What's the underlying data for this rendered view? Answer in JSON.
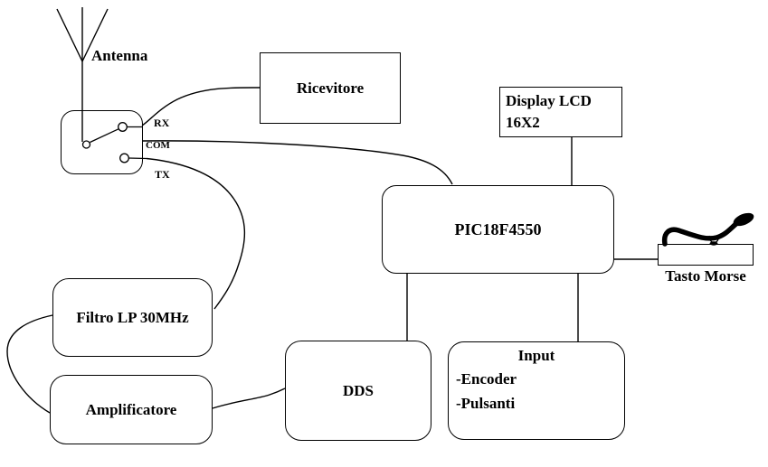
{
  "diagram": {
    "antenna": {
      "label": "Antenna"
    },
    "switch": {
      "rx_label": "RX",
      "com_label": "COM",
      "tx_label": "TX"
    },
    "boxes": {
      "ricevitore": {
        "label": "Ricevitore"
      },
      "display_lcd": {
        "line1": "Display LCD",
        "line2": "16X2"
      },
      "pic": {
        "label": "PIC18F4550"
      },
      "tasto_morse": {
        "label": "Tasto Morse"
      },
      "filtro": {
        "label": "Filtro LP 30MHz"
      },
      "amplificatore": {
        "label": "Amplificatore"
      },
      "dds": {
        "label": "DDS"
      },
      "input": {
        "title": "Input",
        "items": [
          "-Encoder",
          "-Pulsanti"
        ]
      }
    },
    "icons": [
      "antenna-icon",
      "switch-icon",
      "morse-key-icon"
    ],
    "colors": {
      "line": "#000000",
      "text": "#000000",
      "background": "#ffffff"
    }
  }
}
